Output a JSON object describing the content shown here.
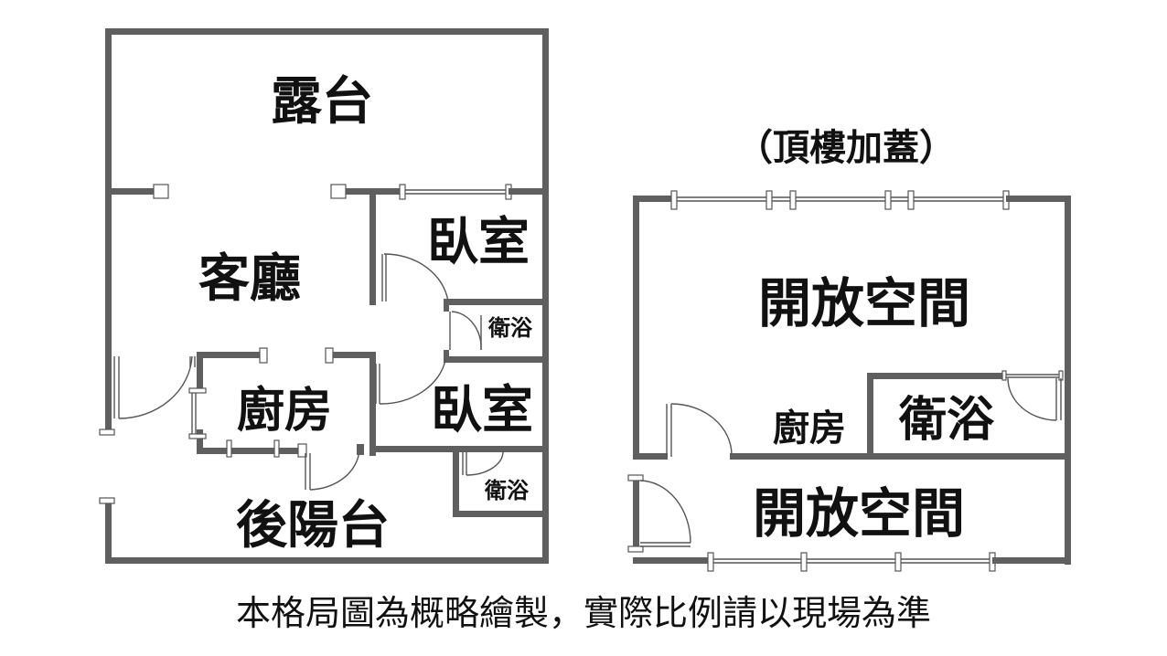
{
  "floor_main": {
    "rooms": {
      "terrace": "露台",
      "living_room": "客廳",
      "bedroom_1": "臥室",
      "bathroom_1": "衛浴",
      "kitchen": "廚房",
      "bedroom_2": "臥室",
      "rear_balcony": "後陽台",
      "bathroom_2": "衛浴"
    }
  },
  "floor_rooftop": {
    "title": "（頂樓加蓋）",
    "rooms": {
      "open_space_1": "開放空間",
      "kitchen": "廚房",
      "bathroom": "衛浴",
      "open_space_2": "開放空間"
    }
  },
  "footer": {
    "disclaimer": "本格局圖為概略繪製，實際比例請以現場為準"
  },
  "colors": {
    "wall": "#5f5f5f",
    "text": "#111111",
    "background": "#ffffff"
  }
}
